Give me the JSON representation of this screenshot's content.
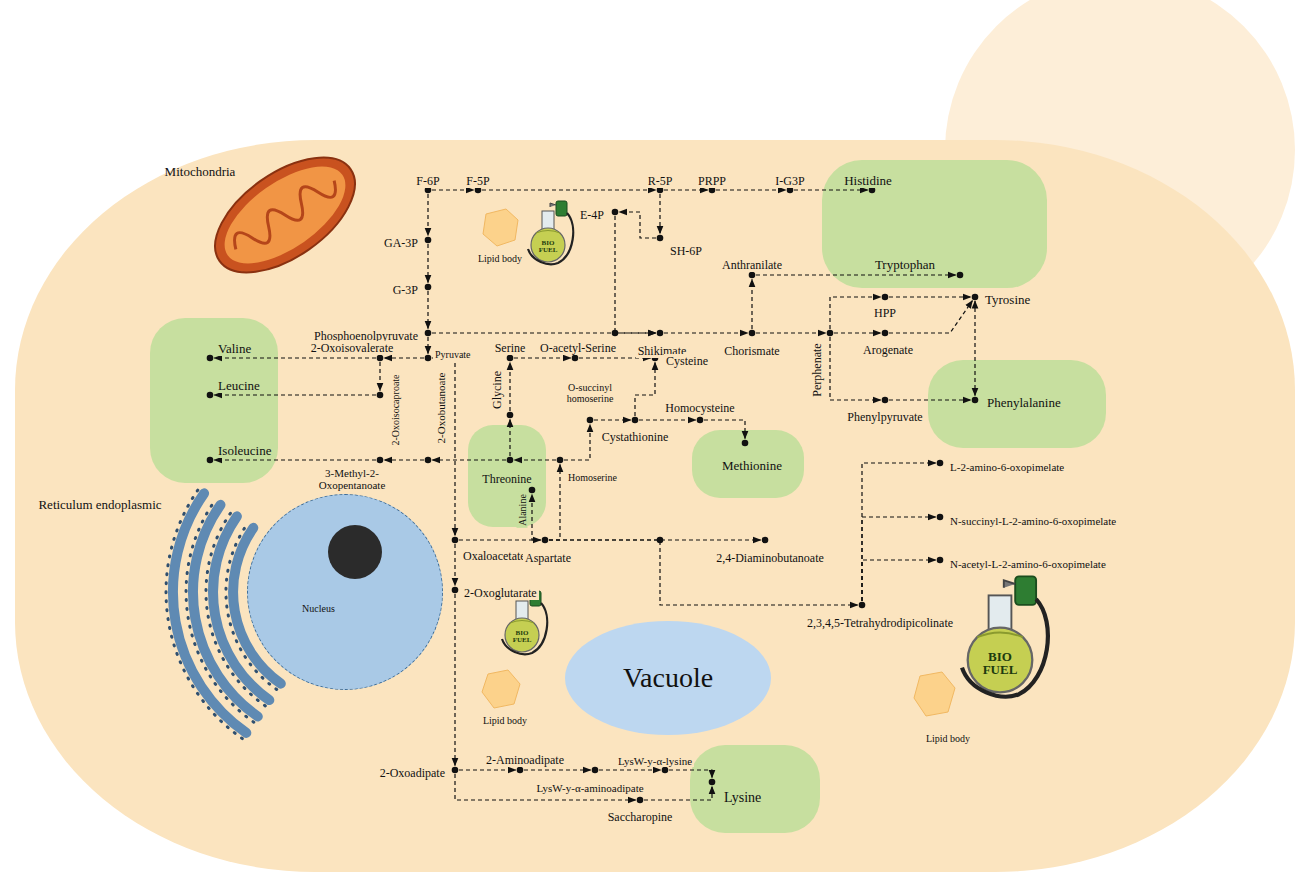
{
  "diagram": {
    "nodes": [
      {
        "text": [
          "F-6P"
        ]
      },
      {
        "text": [
          "F-5P"
        ]
      },
      {
        "text": [
          "R-5P"
        ]
      },
      {
        "text": [
          "PRPP"
        ]
      },
      {
        "text": [
          "I-G3P"
        ]
      },
      {
        "text": [
          "Histidine"
        ]
      },
      {
        "text": [
          "SH-6P"
        ]
      },
      {
        "text": [
          "E-4P"
        ]
      },
      {
        "text": [
          "GA-3P"
        ]
      },
      {
        "text": [
          "G-3P"
        ]
      },
      {
        "text": [
          "Phosphoenolpyruvate"
        ]
      },
      {
        "text": [
          "Shikimate"
        ]
      },
      {
        "text": [
          "Chorismate"
        ]
      },
      {
        "text": [
          "Anthranilate"
        ]
      },
      {
        "text": [
          "Tryptophan"
        ]
      },
      {
        "text": [
          "Perphenate"
        ]
      },
      {
        "text": [
          "HPP"
        ]
      },
      {
        "text": [
          "Tyrosine"
        ]
      },
      {
        "text": [
          "Arogenate"
        ]
      },
      {
        "text": [
          "Phenylpyruvate"
        ]
      },
      {
        "text": [
          "Phenylalanine"
        ]
      },
      {
        "text": [
          "Pyruvate"
        ]
      },
      {
        "text": [
          "2-Oxoisovalerate"
        ]
      },
      {
        "text": [
          "Valine"
        ]
      },
      {
        "text": [
          "2-Oxoisocaproate"
        ]
      },
      {
        "text": [
          "Leucine"
        ]
      },
      {
        "text": [
          "3-Methyl-2-Oxopentanoate"
        ]
      },
      {
        "text": [
          "Isoleucine"
        ]
      },
      {
        "text": [
          "2-Oxobutanoate"
        ]
      },
      {
        "text": [
          "Serine"
        ]
      },
      {
        "text": [
          "O-acetyl-Serine"
        ]
      },
      {
        "text": [
          "Cysteine"
        ]
      },
      {
        "text": [
          "Glycine"
        ]
      },
      {
        "text": [
          "Threonine"
        ]
      },
      {
        "text": [
          "Homoserine"
        ]
      },
      {
        "text": [
          "O-succinyl homoserine"
        ]
      },
      {
        "text": [
          "Cystathionine"
        ]
      },
      {
        "text": [
          "Homocysteine"
        ]
      },
      {
        "text": [
          "Methionine"
        ]
      },
      {
        "text": [
          "Alanine"
        ]
      },
      {
        "text": [
          "Oxaloacetate"
        ]
      },
      {
        "text": [
          "Aspartate"
        ]
      },
      {
        "text": [
          "2,4-Diaminobutanoate"
        ]
      },
      {
        "text": [
          "2,3,4,5-Tetrahydrodipicolinate"
        ]
      },
      {
        "text": [
          "L-2-amino-6-oxopimelate"
        ]
      },
      {
        "text": [
          "N-succinyl-L-2-amino-6-oxopimelate"
        ]
      },
      {
        "text": [
          "N-acetyl-L-2-amino-6-oxopimelate"
        ]
      },
      {
        "text": [
          "2-Oxoglutarate"
        ]
      },
      {
        "text": [
          "2-Oxoadipate"
        ]
      },
      {
        "text": [
          "2-Aminoadipate"
        ]
      },
      {
        "text": [
          "LysW-y-α-aminoadipate"
        ]
      },
      {
        "text": [
          "LysW-y-α-lysine"
        ]
      },
      {
        "text": [
          "Lysine"
        ]
      },
      {
        "text": [
          "Saccharopine"
        ]
      },
      {
        "text": [
          "Nucleus"
        ]
      },
      {
        "text": [
          "Vacuole"
        ]
      }
    ],
    "edges": [
      {
        "from": 0,
        "to": 1,
        "arrow": "to"
      },
      {
        "from": 1,
        "to": 2,
        "arrow": "to"
      },
      {
        "from": 2,
        "to": 3,
        "arrow": "to"
      },
      {
        "from": 3,
        "to": 4,
        "arrow": "to"
      },
      {
        "from": 4,
        "to": 5,
        "arrow": "to"
      },
      {
        "from": 2,
        "to": 6,
        "arrow": "to"
      },
      {
        "from": 6,
        "to": 7,
        "arrow": "to"
      },
      {
        "from": 0,
        "to": 8,
        "arrow": "to"
      },
      {
        "from": 8,
        "to": 9,
        "arrow": "to"
      },
      {
        "from": 9,
        "to": 10,
        "arrow": "to"
      },
      {
        "from": 10,
        "to": 21,
        "arrow": "to"
      },
      {
        "from": 10,
        "to": 11,
        "arrow": "to"
      },
      {
        "from": 7,
        "to": 11,
        "arrow": "to"
      },
      {
        "from": 11,
        "to": 12,
        "arrow": "to"
      },
      {
        "from": 12,
        "to": 13,
        "arrow": "to"
      },
      {
        "from": 13,
        "to": 14,
        "arrow": "to"
      },
      {
        "from": 12,
        "to": 15,
        "arrow": "to"
      },
      {
        "from": 15,
        "to": 16,
        "arrow": "to"
      },
      {
        "from": 15,
        "to": 18,
        "arrow": "to"
      },
      {
        "from": 15,
        "to": 19,
        "arrow": "to"
      },
      {
        "from": 16,
        "to": 17,
        "arrow": "to"
      },
      {
        "from": 18,
        "to": 17,
        "arrow": "to"
      },
      {
        "from": 19,
        "to": 20,
        "arrow": "to"
      },
      {
        "from": 17,
        "to": 20,
        "arrow": "both"
      },
      {
        "from": 21,
        "to": 22,
        "arrow": "to"
      },
      {
        "from": 22,
        "to": 23,
        "arrow": "to"
      },
      {
        "from": 22,
        "to": 24,
        "arrow": "to"
      },
      {
        "from": 24,
        "to": 25,
        "arrow": "to"
      },
      {
        "from": 28,
        "to": 26,
        "arrow": "to"
      },
      {
        "from": 26,
        "to": 27,
        "arrow": "to"
      },
      {
        "from": 33,
        "to": 28,
        "arrow": "to"
      },
      {
        "from": 21,
        "to": 40,
        "arrow": "to"
      },
      {
        "from": 29,
        "to": 30,
        "arrow": "to"
      },
      {
        "from": 30,
        "to": 31,
        "arrow": "to"
      },
      {
        "from": 33,
        "to": 32,
        "arrow": "to"
      },
      {
        "from": 32,
        "to": 29,
        "arrow": "to"
      },
      {
        "from": 34,
        "to": 33,
        "arrow": "to"
      },
      {
        "from": 41,
        "to": 34,
        "arrow": "to"
      },
      {
        "from": 34,
        "to": 35,
        "arrow": "to"
      },
      {
        "from": 35,
        "to": 36,
        "arrow": "to"
      },
      {
        "from": 36,
        "to": 37,
        "arrow": "to"
      },
      {
        "from": 37,
        "to": 38,
        "arrow": "to"
      },
      {
        "from": 36,
        "to": 31,
        "arrow": "to"
      },
      {
        "from": 41,
        "to": 39,
        "arrow": "to"
      },
      {
        "from": 40,
        "to": 41,
        "arrow": "to"
      },
      {
        "from": 41,
        "to": 42,
        "arrow": "to"
      },
      {
        "from": 41,
        "to": 43,
        "arrow": "to"
      },
      {
        "from": 43,
        "to": 44,
        "arrow": "to"
      },
      {
        "from": 43,
        "to": 45,
        "arrow": "to"
      },
      {
        "from": 43,
        "to": 46,
        "arrow": "to"
      },
      {
        "from": 40,
        "to": 47,
        "arrow": "to"
      },
      {
        "from": 47,
        "to": 48,
        "arrow": "to"
      },
      {
        "from": 48,
        "to": 49,
        "arrow": "to"
      },
      {
        "from": 49,
        "to": 50,
        "arrow": "to"
      },
      {
        "from": 50,
        "to": 51,
        "arrow": "to"
      },
      {
        "from": 51,
        "to": 52,
        "arrow": "to"
      },
      {
        "from": 48,
        "to": 53,
        "arrow": "to"
      },
      {
        "from": 53,
        "to": 52,
        "arrow": "to"
      }
    ],
    "labels": [
      "Mitochondria",
      "Reticulum endoplasmic",
      "Lipid body",
      "Lipid body",
      "Lipid body",
      "BIO FUEL",
      "BIO FUEL",
      "BIO FUEL"
    ]
  }
}
